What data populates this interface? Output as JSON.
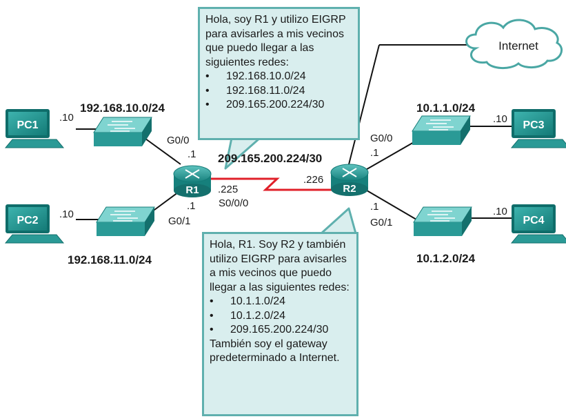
{
  "bubble_r1": {
    "intro": "Hola, soy R1 y utilizo EIGRP para avisarles a mis vecinos que puedo llegar a las siguientes redes:",
    "networks": [
      "192.168.10.0/24",
      "192.168.11.0/24",
      "209.165.200.224/30"
    ]
  },
  "bubble_r2": {
    "intro": "Hola, R1. Soy R2 y también utilizo EIGRP para avisarles a mis vecinos que puedo llegar a las siguientes redes:",
    "networks": [
      "10.1.1.0/24",
      "10.1.2.0/24",
      "209.165.200.224/30"
    ],
    "outro": "También soy el gateway predeterminado a Internet."
  },
  "devices": {
    "pc1": "PC1",
    "pc2": "PC2",
    "pc3": "PC3",
    "pc4": "PC4",
    "r1": "R1",
    "r2": "R2",
    "internet": "Internet"
  },
  "networks": {
    "lan_pc1": "192.168.10.0/24",
    "lan_pc2": "192.168.11.0/24",
    "wan": "209.165.200.224/30",
    "lan_pc3": "10.1.1.0/24",
    "lan_pc4": "10.1.2.0/24"
  },
  "addresses": {
    "pc1": ".10",
    "pc2": ".10",
    "pc3": ".10",
    "pc4": ".10",
    "r1_g00": ".1",
    "r1_g01": ".1",
    "r1_s000": ".225",
    "r2_wan": ".226",
    "r2_g00": ".1",
    "r2_g01": ".1"
  },
  "interfaces": {
    "r1_g00": "G0/0",
    "r1_g01": "G0/1",
    "r1_s000": "S0/0/0",
    "r2_g00": "G0/0",
    "r2_g01": "G0/1"
  },
  "colors": {
    "device": "#2a9a96",
    "device_dark": "#14706d",
    "device_light": "#7fd4d0",
    "serial_link": "#e0202a",
    "bubble_fill": "#d9eeee",
    "bubble_border": "#5fb0ae"
  }
}
